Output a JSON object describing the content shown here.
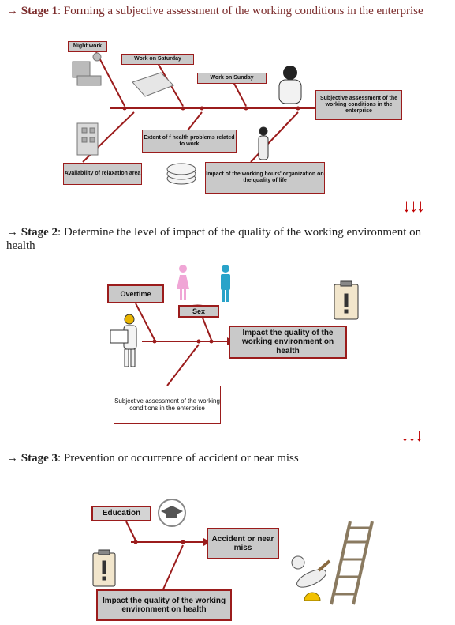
{
  "stage1": {
    "arrow": "→",
    "label": "Stage 1",
    "text": ": Forming a subjective assessment of the working conditions in the enterprise",
    "nodes": {
      "night_work": "Night work",
      "work_saturday": "Work on Saturday",
      "work_sunday": "Work on Sunday",
      "outcome": "Subjective assessment of the working conditions in the enterprise",
      "health_problems": "Extent of f health problems related to work",
      "relaxation": "Availability of relaxation area",
      "working_hours": "Impact of the working hours' organization on the quality of life"
    }
  },
  "stage2": {
    "arrow": "→",
    "label": "Stage 2",
    "text": ": Determine the level of impact of the quality of the working environment on health",
    "nodes": {
      "overtime": "Overtime",
      "sex": "Sex",
      "outcome": "Impact the quality of the working environment on health",
      "subjective": "Subjective assessment of the working conditions in the enterprise"
    }
  },
  "stage3": {
    "arrow": "→",
    "label": "Stage 3",
    "text": ": Prevention or occurrence of accident or near miss",
    "nodes": {
      "education": "Education",
      "outcome": "Accident or near miss",
      "impact": "Impact the quality of the working environment on health"
    }
  },
  "transition_arrows": "↓↓↓",
  "colors": {
    "accent": "#9b1c1c",
    "box_fill": "#c9c9c9",
    "arrow_red": "#c00000"
  }
}
